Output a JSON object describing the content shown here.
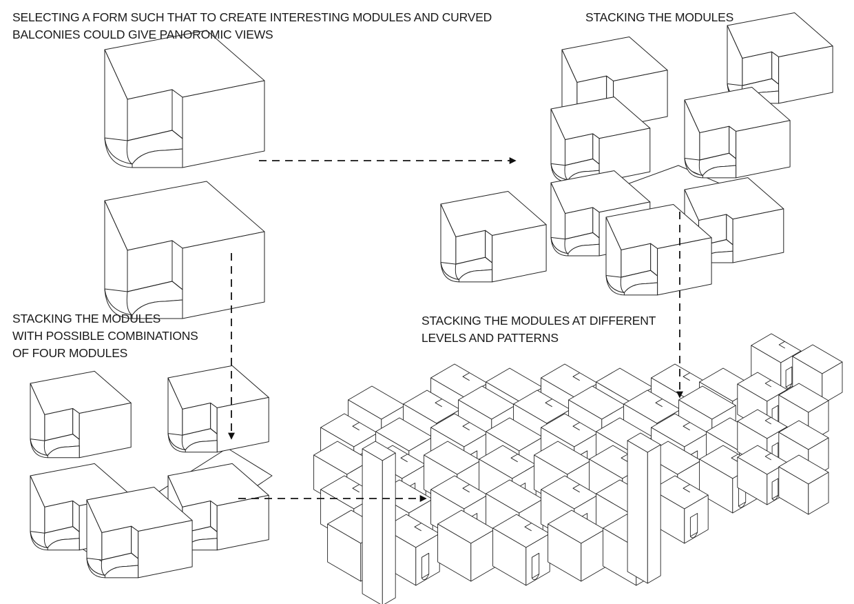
{
  "captions": {
    "form": {
      "line1": "SELECTING A FORM SUCH THAT TO CREATE INTERESTING MODULES AND CURVED",
      "line2": "BALCONIES COULD GIVE PANOROMIC VIEWS"
    },
    "stack": {
      "line1": "STACKING THE MODULES"
    },
    "combos": {
      "line1": "STACKING THE MODULES",
      "line2": "WITH POSSIBLE COMBINATIONS",
      "line3": "OF FOUR MODULES"
    },
    "levels": {
      "line1": "STACKING THE MODULES AT DIFFERENT",
      "line2": "LEVELS AND PATTERNS"
    }
  },
  "style": {
    "line_color": "#222222",
    "fill_color": "#ffffff",
    "arrow_color": "#111111"
  }
}
